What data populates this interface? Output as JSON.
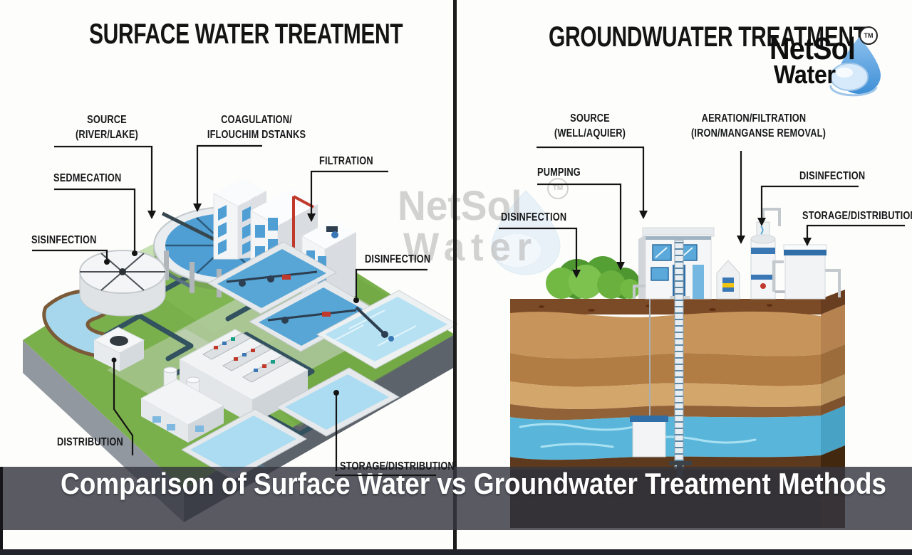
{
  "titles": {
    "left": "SURFACE WATER TREATMENT",
    "right": "GROUNDWUATER TREATMENT"
  },
  "logo": {
    "word1": "NetSol",
    "word2": "Water",
    "tm": "TM"
  },
  "watermark": {
    "word1": "NetSol",
    "word2": "Water",
    "tm": "TM"
  },
  "left_panel": {
    "labels": {
      "source": [
        "SOURCE",
        "(RIVER/LAKE)"
      ],
      "coagulation": [
        "COAGULATION/",
        "IFLOUCHIM DSTANKS"
      ],
      "sedimentation": [
        "SEDMECATION"
      ],
      "disinfection_a": [
        "SISINFECTION"
      ],
      "filtration": [
        "FILTRATION"
      ],
      "disinfection_b": [
        "DISINFECTION"
      ],
      "distribution": [
        "DISTRIBUTION"
      ],
      "storage": [
        "STORAGE/DISTRIBUTION"
      ]
    }
  },
  "right_panel": {
    "labels": {
      "source": [
        "SOURCE",
        "(WELL/AQUIER)"
      ],
      "aeration": [
        "AERATION/FILTRATION",
        "(IRON/MANGANSE REMOVAL)"
      ],
      "pumping": [
        "PUMPING"
      ],
      "disinfection_a": [
        "DISINFECTION"
      ],
      "disinfection_b": [
        "DISINFECTION"
      ],
      "storage": [
        "STORAGE/DISTRIBUTION"
      ]
    }
  },
  "banner": {
    "text": "Comparison of Surface Water vs Groundwater Treatment Methods"
  },
  "colors": {
    "label_ink": "#17181a",
    "accent_blue": "#4f9fd4",
    "pool_blue": "#b4e0f2",
    "grass_green": "#7ab04c",
    "aquifer_blue": "#59b6da",
    "soil_brown": "#b27c45",
    "banner_overlay": "#343640",
    "logo_drop_blue": "#4d9ce0",
    "platform_gray": "#959ba0"
  }
}
